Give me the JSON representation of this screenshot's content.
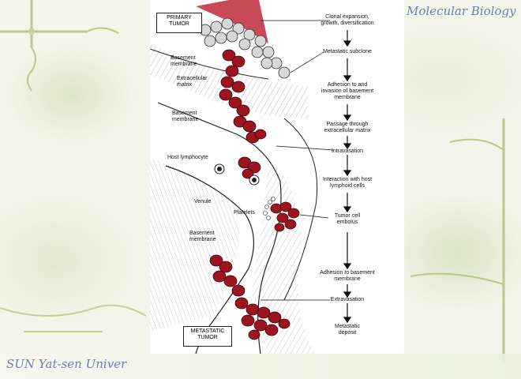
{
  "slide": {
    "header_title": "Molecular Biology",
    "footer_title": "SUN Yat-sen Univer"
  },
  "diagram": {
    "boxes": {
      "primary": "PRIMARY\nTUMOR",
      "metastatic": "METASTATIC\nTUMOR"
    },
    "anatomy_labels": {
      "basement_membrane_top": "Basement\nmembrane",
      "extracellular_matrix": "Extracellular\nmatrix",
      "basement_membrane_mid": "Basement\nmembrane",
      "host_lymphocyte": "Host lymphocyte",
      "venule": "Venule",
      "platelets": "Platelets",
      "basement_membrane_bottom": "Basement\nmembrane"
    },
    "steps": [
      "Clonal expansion,\ngrowth, diversification",
      "Metastatic subclone",
      "Adhesion to and\ninvasion of basement\nmembrane",
      "Passage through\nextracellular matrix",
      "Intravasation",
      "Interaction with host\nlymphoid cells",
      "Tumor cell\nembolus",
      "Adhesion to basement\nmembrane",
      "Extravasation",
      "Metastatic\ndeposit"
    ]
  },
  "colors": {
    "tumor_cell": "#9b1420",
    "primary_wedge": "#c02a3a",
    "title_text": "#6f7eb2",
    "decoration": "#b9c88e"
  }
}
